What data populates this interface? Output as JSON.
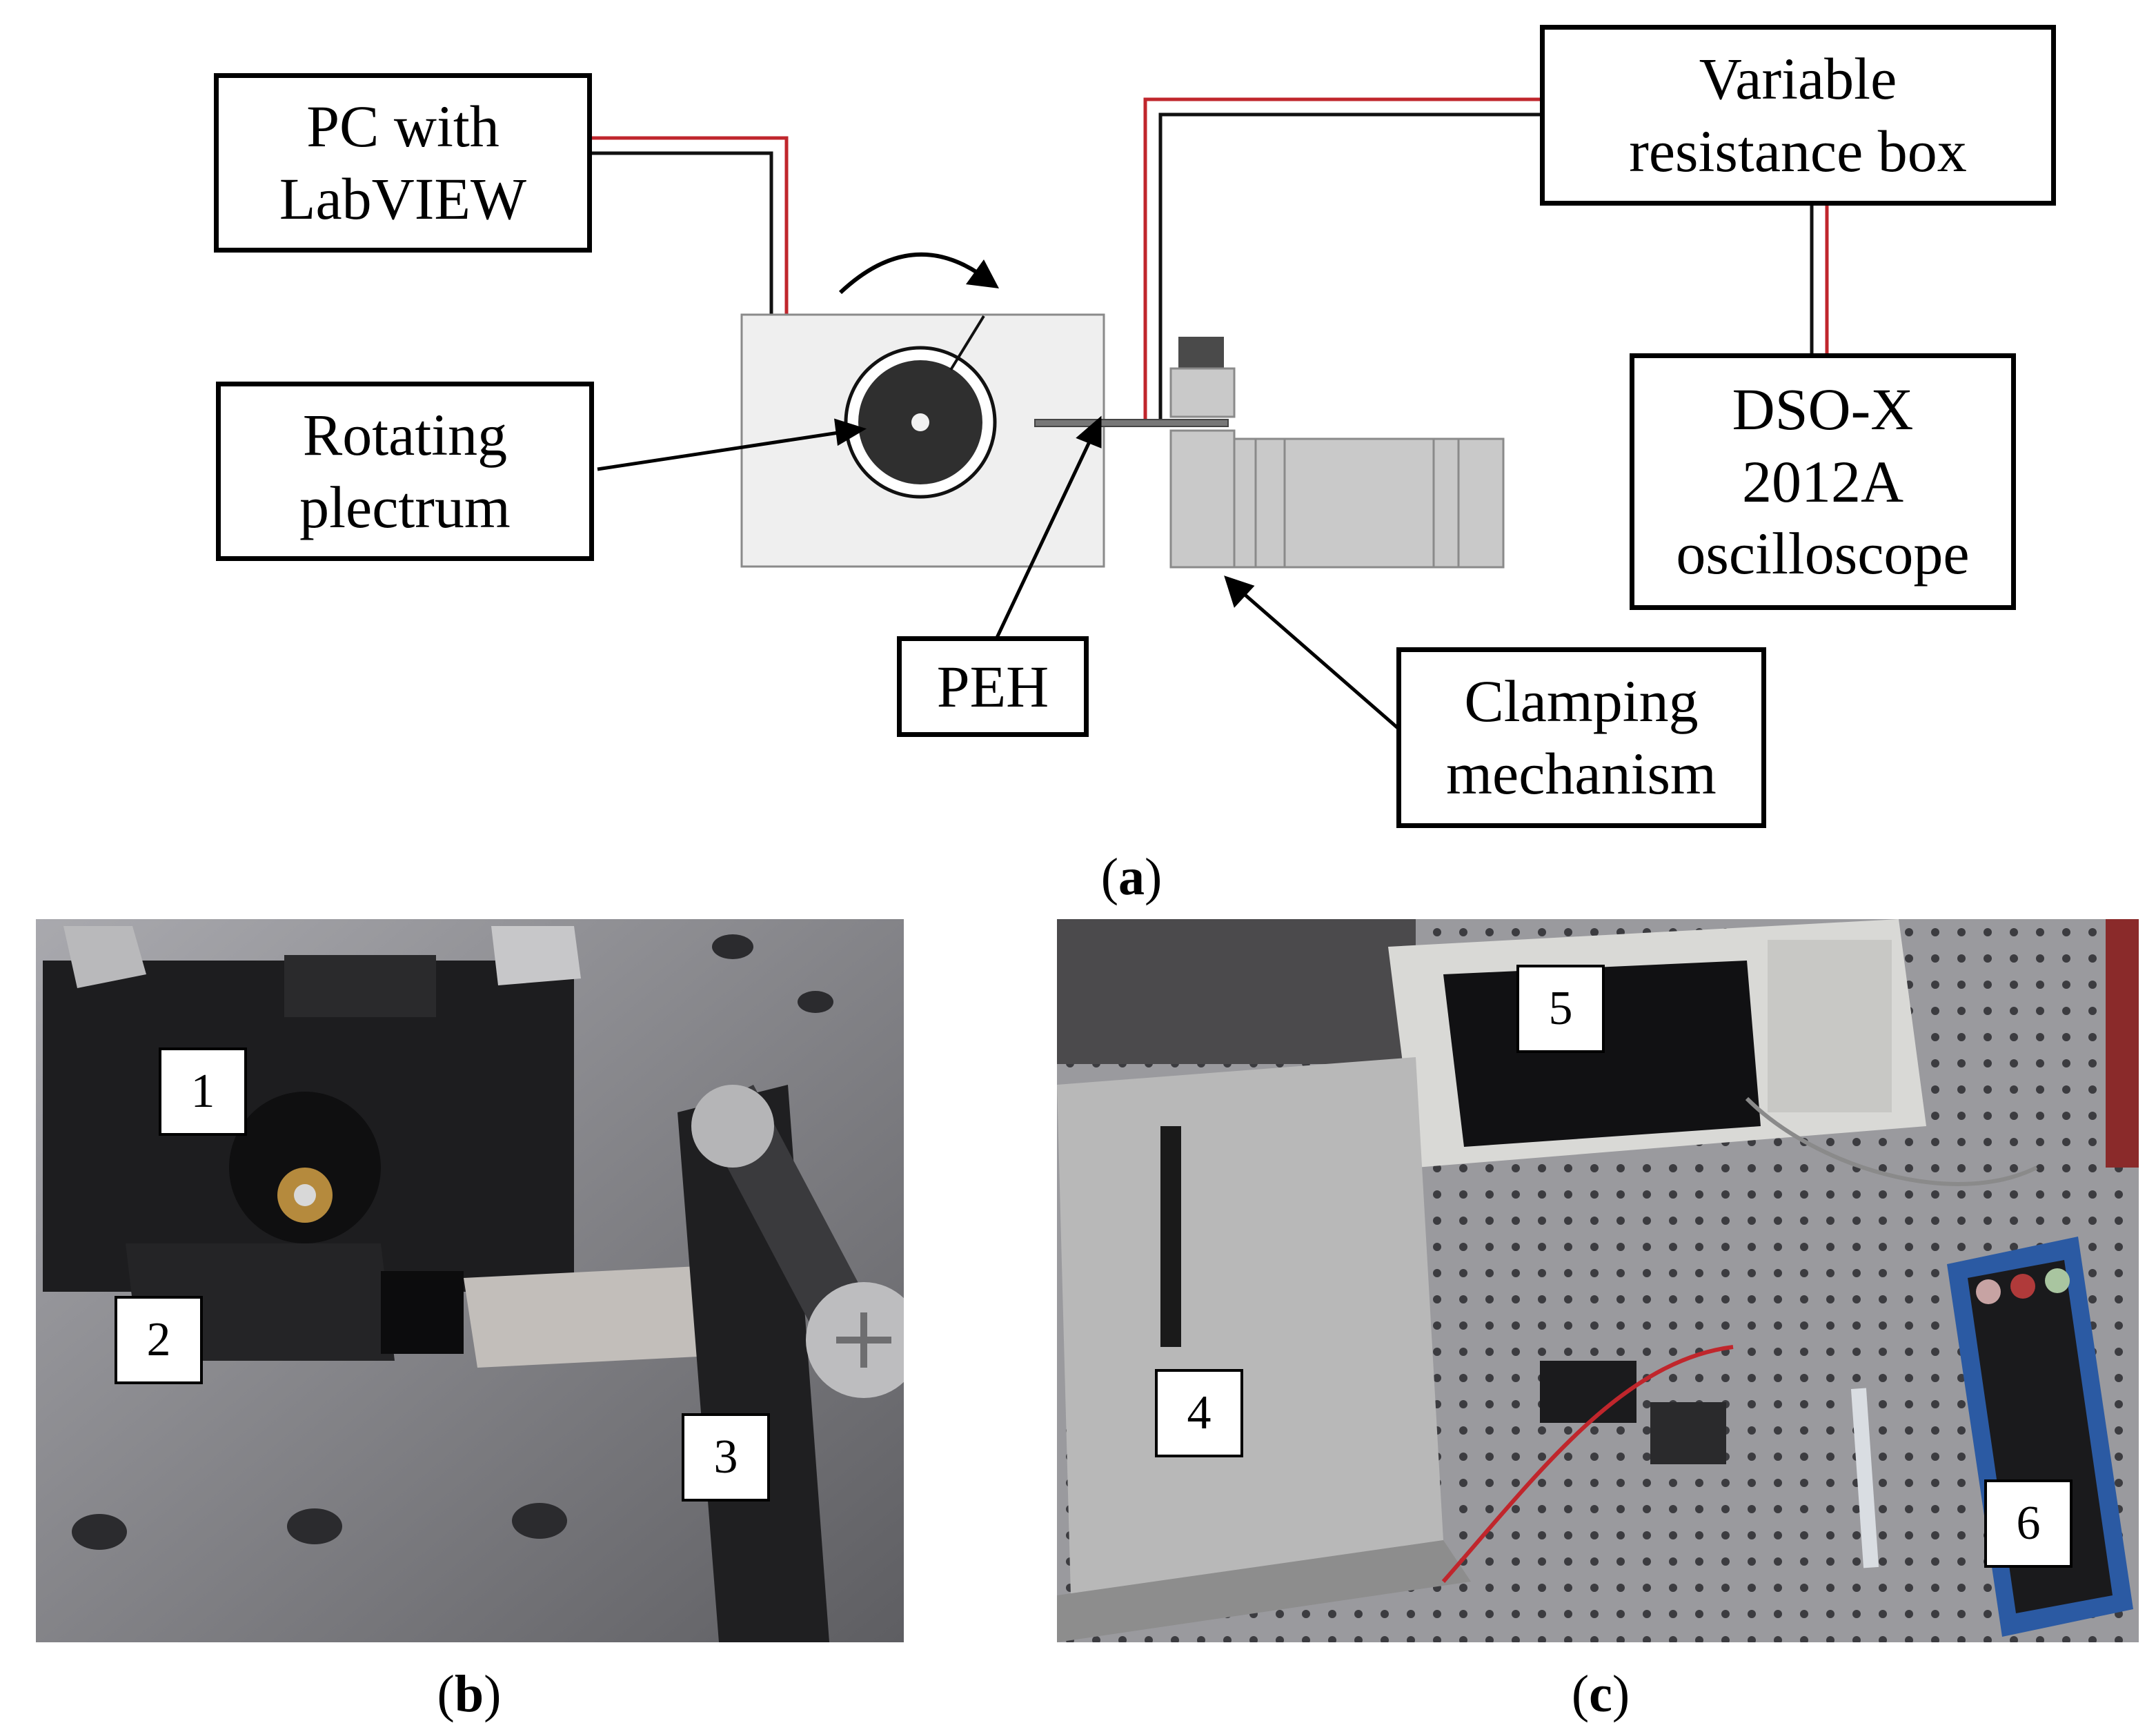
{
  "diagram": {
    "pc_box": [
      "PC with",
      "LabVIEW"
    ],
    "plectrum_box": [
      "Rotating",
      "plectrum"
    ],
    "peh_box": [
      "PEH"
    ],
    "resistance_box": [
      "Variable",
      "resistance box"
    ],
    "oscilloscope_box": [
      "DSO-X",
      "2012A",
      "oscilloscope"
    ],
    "clamping_box": [
      "Clamping",
      "mechanism"
    ]
  },
  "captions": {
    "a": "a",
    "b": "b",
    "c": "c"
  },
  "photo_b_labels": [
    "1",
    "2",
    "3"
  ],
  "photo_c_labels": [
    "4",
    "5",
    "6"
  ],
  "colors": {
    "wire_red": "#c0262c",
    "wire_black": "#111111",
    "panel_fill": "#efefef",
    "clamp_fill": "#c9c9c9"
  }
}
